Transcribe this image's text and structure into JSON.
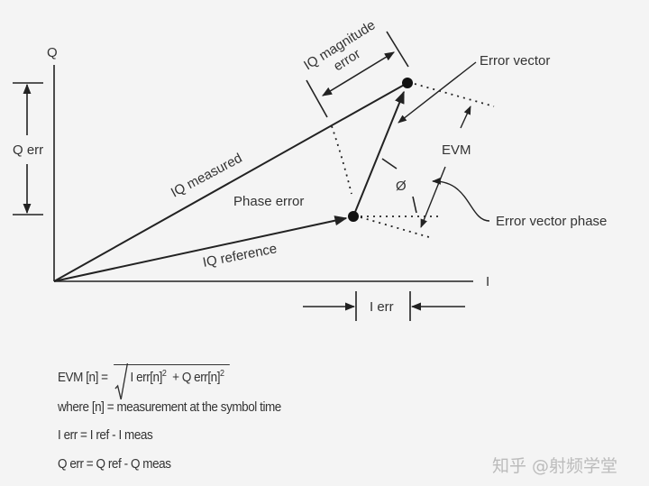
{
  "axes": {
    "q_label": "Q",
    "i_label": "I"
  },
  "labels": {
    "q_err": "Q err",
    "i_err": "I err",
    "iq_measured": "IQ measured",
    "iq_reference": "IQ reference",
    "phase_error": "Phase error",
    "iq_magnitude_error_line1": "IQ magnitude",
    "iq_magnitude_error_line2": "error",
    "error_vector": "Error vector",
    "evm": "EVM",
    "phi": "Ø",
    "error_vector_phase": "Error vector phase"
  },
  "formulas": {
    "evm_lhs": "EVM [n] =",
    "evm_term1": "I err[n]",
    "evm_plus": "+ Q err[n]",
    "exponent": "2",
    "where": "where [n] = measurement at the symbol time",
    "i_err": "I err = I ref - I meas",
    "q_err": "Q err = Q ref - Q meas"
  },
  "watermark": "知乎 @射频学堂"
}
